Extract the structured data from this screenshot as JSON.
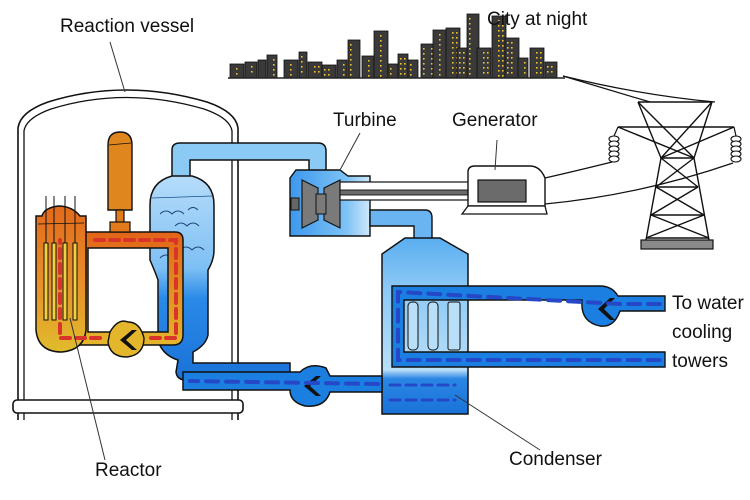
{
  "title": "Pressurized water reactor power plant",
  "labels": {
    "reaction_vessel": "Reaction vessel",
    "city": "City at night",
    "turbine": "Turbine",
    "generator": "Generator",
    "cooling_line1": "To water",
    "cooling_line2": "cooling",
    "cooling_line3": "towers",
    "condenser": "Condenser",
    "reactor": "Reactor"
  },
  "colors": {
    "primary_loop": "#e8641a",
    "primary_dash": "#d9342a",
    "reactor_core": "#e0b42a",
    "steam_light": "#9fd0f6",
    "water_blue": "#1a7fe0",
    "water_dash": "#2448c8",
    "city_building": "#3a3a3a",
    "city_window": "#f2c230",
    "tower": "#222222",
    "generator": "#6b6b6b"
  }
}
